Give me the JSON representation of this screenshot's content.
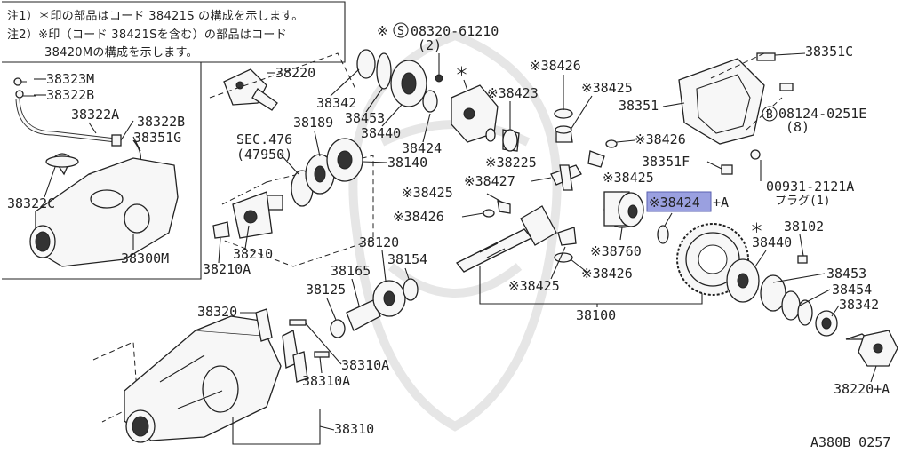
{
  "notes": {
    "line1": "注1）＊印の部品はコード 38421S の構成を示します。",
    "line2": "注2）※印（コード 38421Sを含む）の部品はコード",
    "line3": "38420Mの構成を示します。"
  },
  "parts": {
    "p38323M": "38323M",
    "p38322B_left": "38322B",
    "p38322A": "38322A",
    "p38322B_right": "38322B",
    "p38351G": "38351G",
    "p38322C": "38322C",
    "p38300M": "38300M",
    "p38220": "38220",
    "bolt_08320": "08320-61210",
    "bolt_08320_qty": "(2)",
    "p38342_l": "38342",
    "p38453_l": "38453",
    "p38440_l": "38440",
    "p38424_l": "38424",
    "p38189": "38189",
    "sec476": "SEC.476",
    "sec476_code": "(47950)",
    "p38140": "38140",
    "p38210": "38210",
    "p38210A": "38210A",
    "p38120": "38120",
    "p38165": "38165",
    "p38154": "38154",
    "p38125": "38125",
    "p38426_a": "※38426",
    "p38423": "※38423",
    "p38225": "※38225",
    "p38425_a": "※38425",
    "p38426_b": "※38426",
    "p38427": "※38427",
    "p38425_b": "※38425",
    "p38425_c": "※38425",
    "p38426_c": "※38426",
    "p38424_hl": "※38424",
    "p38424_suffix": "+A",
    "p38760": "※38760",
    "p38425_d": "※38425",
    "p38426_d": "※38426",
    "p38100": "38100",
    "p38351C": "38351C",
    "p38351": "38351",
    "bolt_08124": "08124-0251E",
    "bolt_08124_qty": "(8)",
    "p38351F": "38351F",
    "p00931": "00931-2121A",
    "plug_label": "プラグ(1)",
    "p38102": "38102",
    "p38440_r": "38440",
    "p38453_r": "38453",
    "p38454": "38454",
    "p38342_r": "38342",
    "p38220A": "38220+A",
    "p38320": "38320",
    "p38310A_1": "38310A",
    "p38310A_2": "38310A",
    "p38310": "38310",
    "star": "＊",
    "footer": "A380B 0257"
  },
  "highlight_color": "#9aa0e0"
}
